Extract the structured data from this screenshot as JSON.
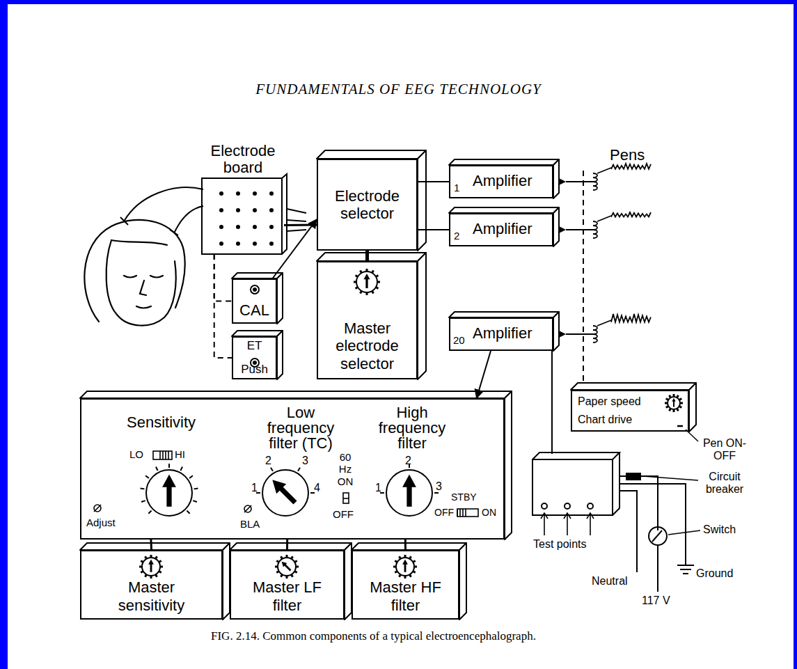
{
  "diagram": {
    "title": "FUNDAMENTALS OF EEG TECHNOLOGY",
    "caption": "FIG. 2.14. Common components of a typical electroencephalograph.",
    "nodes": [
      {
        "text": [
          "Electrode board"
        ]
      },
      {
        "text": [
          "Electrode selector"
        ]
      },
      {
        "text": [
          "1",
          "Amplifier"
        ]
      },
      {
        "text": [
          "2",
          "Amplifier"
        ]
      },
      {
        "text": [
          "CAL"
        ]
      },
      {
        "text": [
          "ET",
          "Push"
        ]
      },
      {
        "text": [
          "Master electrode selector"
        ]
      },
      {
        "text": [
          "20",
          "Amplifier"
        ]
      },
      {
        "text": [
          "Paper speed",
          "Chart drive"
        ]
      },
      {
        "text": [
          "Sensitivity",
          "Low frequency filter (TC)",
          "High frequency filter"
        ]
      },
      {
        "text": [
          "Master sensitivity"
        ]
      },
      {
        "text": [
          "Master LF filter"
        ]
      },
      {
        "text": [
          "Master HF filter"
        ]
      }
    ],
    "edges": [
      {
        "from": 0,
        "to": 1,
        "arrow": "none"
      },
      {
        "from": 1,
        "to": 2,
        "arrow": "none"
      },
      {
        "from": 1,
        "to": 3,
        "arrow": "none"
      },
      {
        "from": 1,
        "to": 6,
        "arrow": "none"
      },
      {
        "from": 0,
        "to": 4,
        "arrow": "none"
      },
      {
        "from": 0,
        "to": 5,
        "arrow": "none"
      },
      {
        "from": 4,
        "to": 1,
        "arrow": "to"
      },
      {
        "from": 7,
        "to": 9,
        "arrow": "to"
      },
      {
        "from": 9,
        "to": 10,
        "arrow": "none"
      },
      {
        "from": 9,
        "to": 11,
        "arrow": "none"
      },
      {
        "from": 9,
        "to": 12,
        "arrow": "none"
      }
    ],
    "labels": [
      "Pens",
      "LO",
      "HI",
      "Adjust",
      "1",
      "2",
      "3",
      "4",
      "BLA",
      "60 Hz ON",
      "OFF",
      "1",
      "2",
      "3",
      "STBY",
      "OFF",
      "ON",
      "Pen ON-OFF",
      "Circuit breaker",
      "Switch",
      "Test points",
      "Neutral",
      "Ground",
      "117 V"
    ]
  }
}
